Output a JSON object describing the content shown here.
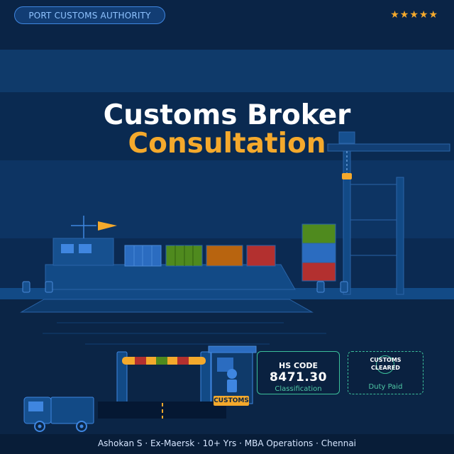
{
  "header": {
    "badge_label": "PORT CUSTOMS AUTHORITY",
    "rating_stars": "★★★★★"
  },
  "hero": {
    "title_line1": "Customs Broker",
    "title_line2": "Consultation"
  },
  "hs_card": {
    "label": "HS CODE",
    "code": "8471.30",
    "sublabel": "Classification"
  },
  "cleared_card": {
    "stamp_line1": "CUSTOMS",
    "stamp_line2": "CLEARED",
    "sublabel": "Duty Paid"
  },
  "gate": {
    "sign_label": "CUSTOMS"
  },
  "footer": {
    "credit": "Ashokan S · Ex-Maersk · 10+ Yrs · MBA Operations · Chennai"
  },
  "colors": {
    "background": "#0c2a4f",
    "accent_orange": "#f4a92c",
    "accent_blue": "#3f86e0",
    "accent_teal": "#3bbf9a",
    "container_green": "#4f8a1e",
    "container_orange": "#b8640f",
    "container_red": "#b3302f",
    "container_blue": "#2b6cc0"
  }
}
